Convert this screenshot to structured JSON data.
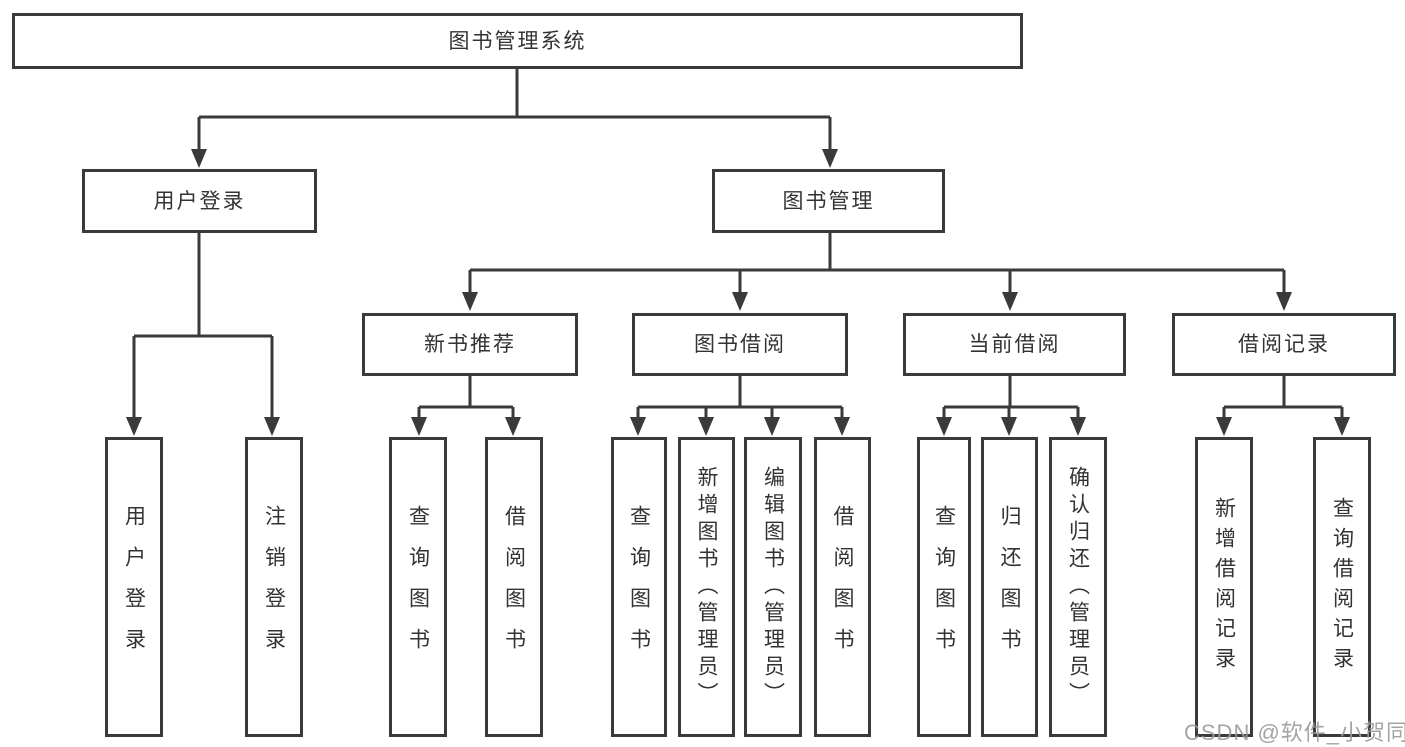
{
  "tree": {
    "label": "图书管理系统",
    "children": [
      {
        "label": "用户登录",
        "children": [
          {
            "label": "用户登录"
          },
          {
            "label": "注销登录"
          }
        ]
      },
      {
        "label": "图书管理",
        "children": [
          {
            "label": "新书推荐",
            "children": [
              {
                "label": "查询图书"
              },
              {
                "label": "借阅图书"
              }
            ]
          },
          {
            "label": "图书借阅",
            "children": [
              {
                "label": "查询图书"
              },
              {
                "label": "新增图书（管理员）"
              },
              {
                "label": "编辑图书（管理员）"
              },
              {
                "label": "借阅图书"
              }
            ]
          },
          {
            "label": "当前借阅",
            "children": [
              {
                "label": "查询图书"
              },
              {
                "label": "归还图书"
              },
              {
                "label": "确认归还（管理员）"
              }
            ]
          },
          {
            "label": "借阅记录",
            "children": [
              {
                "label": "新增借阅记录"
              },
              {
                "label": "查询借阅记录"
              }
            ]
          }
        ]
      }
    ]
  },
  "watermark": {
    "text": "CSDN @软件_小贺同学"
  },
  "colors": {
    "line": "#3a3a3a",
    "text": "#333333",
    "background": "#ffffff",
    "watermark": "#9b9b9b"
  }
}
